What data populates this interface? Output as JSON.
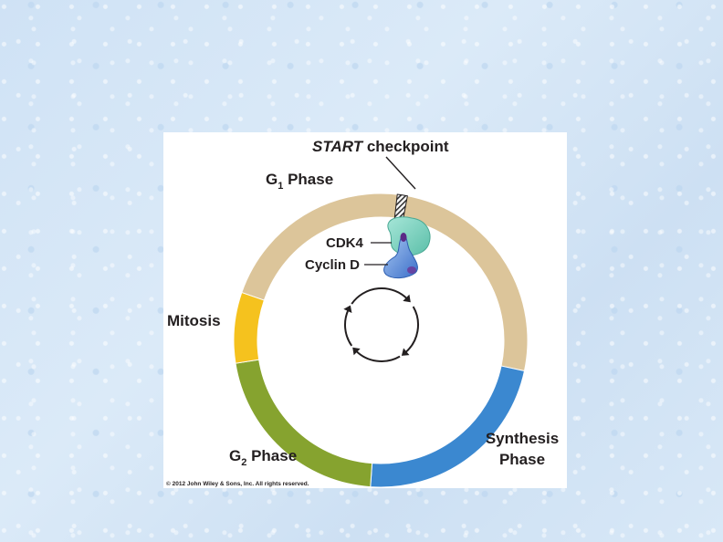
{
  "figure": {
    "checkpoint_label": {
      "italic": "START",
      "rest": " checkpoint"
    },
    "g1_label": {
      "main": "G",
      "sub": "1",
      "rest": " Phase"
    },
    "g2_label": {
      "main": "G",
      "sub": "2",
      "rest": " Phase"
    },
    "mitosis_label": "Mitosis",
    "synthesis_label_line1": "Synthesis",
    "synthesis_label_line2": "Phase",
    "cdk4_label": "CDK4",
    "cyclin_label": "Cyclin D",
    "copyright": "© 2012 John Wiley & Sons, Inc. All rights reserved."
  },
  "colors": {
    "g1": "#dcc59a",
    "synthesis": "#3b88d0",
    "g2": "#86a32f",
    "mitosis": "#f5c21e",
    "cdk4": "#7fd3c0",
    "cyclin": "#4f86d8"
  }
}
